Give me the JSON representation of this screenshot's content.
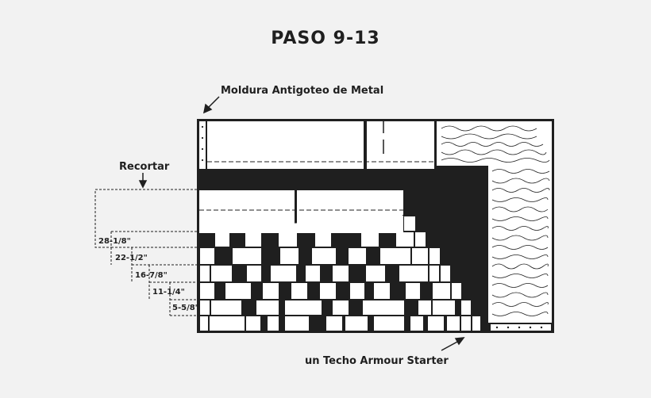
{
  "title": "PASO 9-13",
  "callouts": {
    "drip_edge": "Moldura Antigoteo de Metal",
    "trim": "Recortar",
    "starter": "un Techo Armour Starter"
  },
  "dimensions": [
    "28-1/8\"",
    "22-1/2\"",
    "16-7/8\"",
    "11-1/4\"",
    "5-5/8\""
  ],
  "colors": {
    "ink": "#1f1f1f",
    "background": "#f2f2f2",
    "panel": "#ffffff"
  }
}
